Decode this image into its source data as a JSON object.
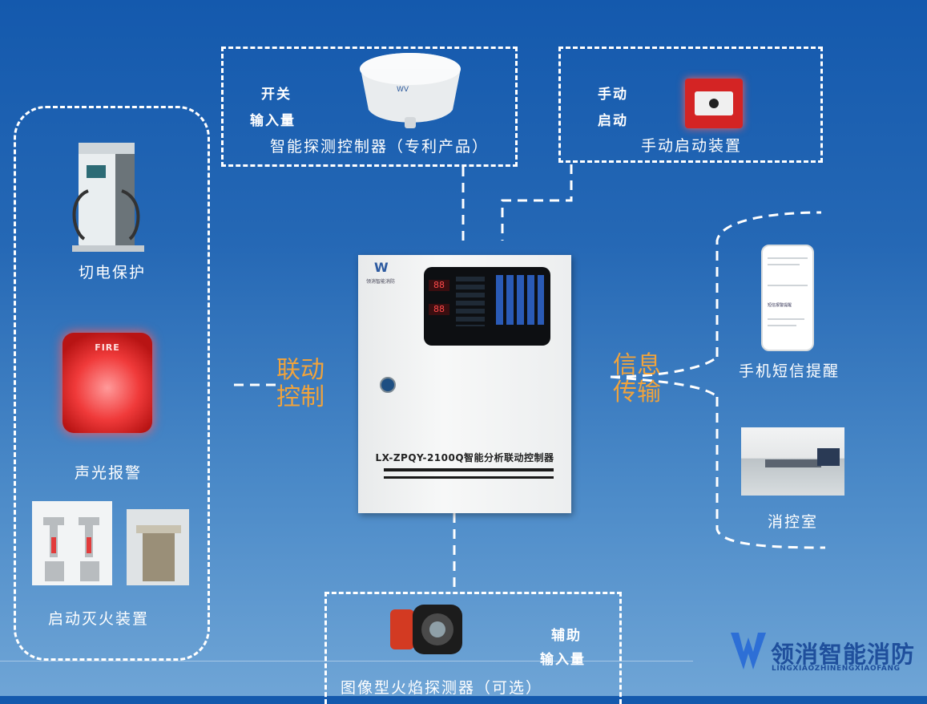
{
  "top_left_box": {
    "label_line1": "开关",
    "label_line2": "输入量",
    "caption": "智能探测控制器（专利产品）"
  },
  "top_right_box": {
    "label_line1": "手动",
    "label_line2": "启动",
    "caption": "手动启动装置"
  },
  "left_panel": {
    "item1": "切电保护",
    "item2": "声光报警",
    "item3": "启动灭火装置",
    "fire_text": "FIRE"
  },
  "center": {
    "panel_title": "LX-ZPQY-2100Q智能分析联动控制器",
    "brand_small": "领消智能消防"
  },
  "left_link": {
    "line1": "联动",
    "line2": "控制"
  },
  "right_link": {
    "line1": "信息",
    "line2": "传输"
  },
  "right_panel": {
    "item1": "手机短信提醒",
    "item2": "消控室",
    "sms_text": "短信报警提醒"
  },
  "bottom_box": {
    "label_line1": "辅助",
    "label_line2": "输入量",
    "caption": "图像型火焰探测器（可选）"
  },
  "logo": {
    "name": "领消智能消防",
    "pinyin": "LINGXIAOZHINENGXIAOFANG"
  }
}
